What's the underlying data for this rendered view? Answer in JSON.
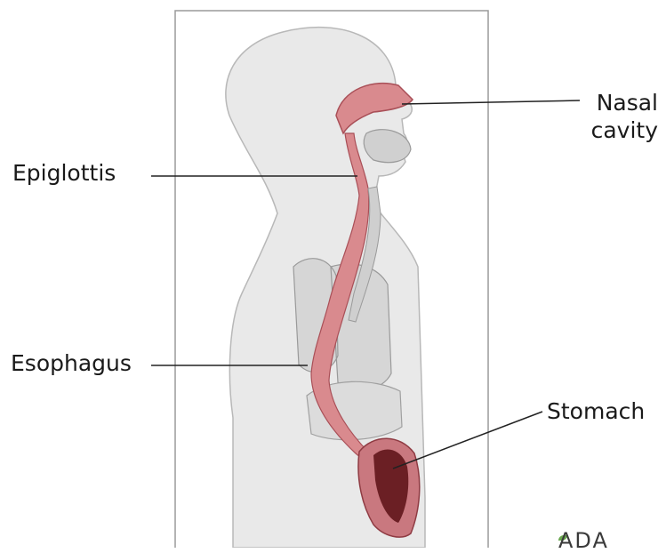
{
  "labels": {
    "nasal_line1": "Nasal",
    "nasal_line2": "cavity",
    "epiglottis": "Epiglottis",
    "esophagus": "Esophagus",
    "stomach": "Stomach"
  },
  "watermark": "ADA",
  "colors": {
    "body_fill": "#e9e9e9",
    "organ_fill": "#d9d9d9",
    "airway_pink": "#d98a8e",
    "esophagus_red": "#b85a62",
    "stomach_dark": "#6b1f24",
    "frame_border": "#9a9a9a",
    "leader_line": "#222222"
  }
}
